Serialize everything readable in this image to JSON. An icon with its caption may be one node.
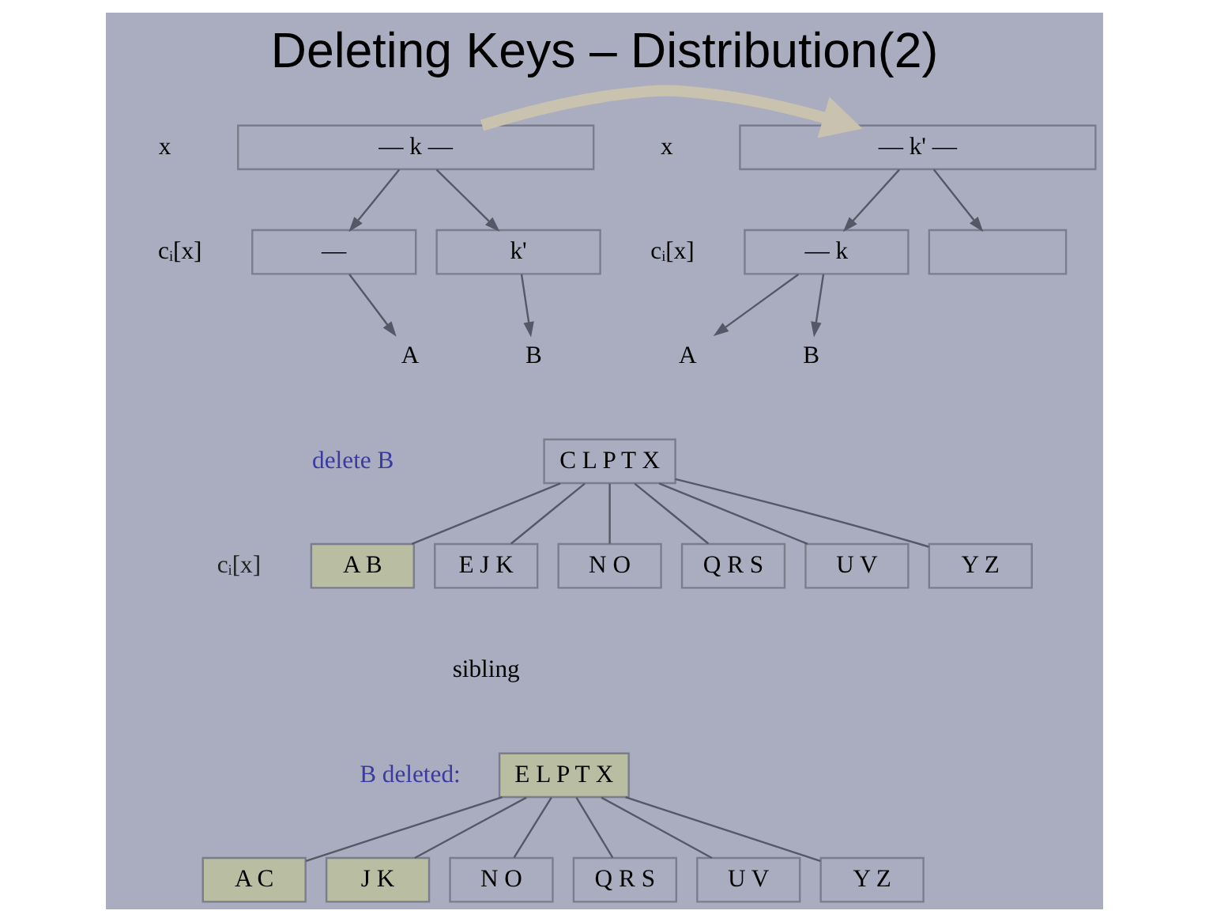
{
  "diagram": {
    "title": "Deleting Keys – Distribution(2)",
    "nodes": [
      {
        "text": [
          "— k —"
        ],
        "beside": [
          "x"
        ]
      },
      {
        "text": [
          "—"
        ],
        "beside": [
          "cᵢ[x]"
        ]
      },
      {
        "text": [
          "k'"
        ]
      },
      {
        "text": [
          "A"
        ]
      },
      {
        "text": [
          "B"
        ]
      },
      {
        "text": [
          "— k' —"
        ],
        "beside": [
          "x"
        ]
      },
      {
        "text": [
          "— k"
        ],
        "beside": [
          "cᵢ[x]"
        ]
      },
      {
        "text": [],
        "shape": "box"
      },
      {
        "text": [
          "A"
        ]
      },
      {
        "text": [
          "B"
        ]
      },
      {
        "text": [
          "C L P T X"
        ]
      },
      {
        "text": [
          "A B"
        ]
      },
      {
        "text": [
          "E J K"
        ],
        "beside": [
          "sibling"
        ]
      },
      {
        "text": [
          "N O"
        ]
      },
      {
        "text": [
          "Q R S"
        ]
      },
      {
        "text": [
          "U V"
        ]
      },
      {
        "text": [
          "Y Z"
        ]
      },
      {
        "text": [
          "E L P T X"
        ]
      },
      {
        "text": [
          "A C"
        ]
      },
      {
        "text": [
          "J K"
        ]
      },
      {
        "text": [
          "N O"
        ]
      },
      {
        "text": [
          "Q R S"
        ]
      },
      {
        "text": [
          "U V"
        ]
      },
      {
        "text": [
          "Y Z"
        ]
      }
    ],
    "edges": [
      {
        "from": 0,
        "to": 1,
        "arrow": "to"
      },
      {
        "from": 0,
        "to": 2,
        "arrow": "to"
      },
      {
        "from": 1,
        "to": 3,
        "arrow": "to"
      },
      {
        "from": 2,
        "to": 4,
        "arrow": "to"
      },
      {
        "from": 0,
        "to": 5,
        "arrow": "to",
        "style": "thick",
        "color": "#c9c2ae"
      },
      {
        "from": 5,
        "to": 6,
        "arrow": "to"
      },
      {
        "from": 5,
        "to": 7,
        "arrow": "to"
      },
      {
        "from": 6,
        "to": 8,
        "arrow": "to"
      },
      {
        "from": 6,
        "to": 9,
        "arrow": "to"
      },
      {
        "from": 10,
        "to": 11,
        "arrow": "none"
      },
      {
        "from": 10,
        "to": 12,
        "arrow": "none"
      },
      {
        "from": 10,
        "to": 13,
        "arrow": "none"
      },
      {
        "from": 10,
        "to": 14,
        "arrow": "none"
      },
      {
        "from": 10,
        "to": 15,
        "arrow": "none"
      },
      {
        "from": 10,
        "to": 16,
        "arrow": "none"
      },
      {
        "from": 17,
        "to": 18,
        "arrow": "none"
      },
      {
        "from": 17,
        "to": 19,
        "arrow": "none"
      },
      {
        "from": 17,
        "to": 20,
        "arrow": "none"
      },
      {
        "from": 17,
        "to": 21,
        "arrow": "none"
      },
      {
        "from": 17,
        "to": 22,
        "arrow": "none"
      },
      {
        "from": 17,
        "to": 23,
        "arrow": "none"
      }
    ],
    "labels": [
      "delete B",
      "cᵢ[x]",
      "B deleted:"
    ]
  }
}
